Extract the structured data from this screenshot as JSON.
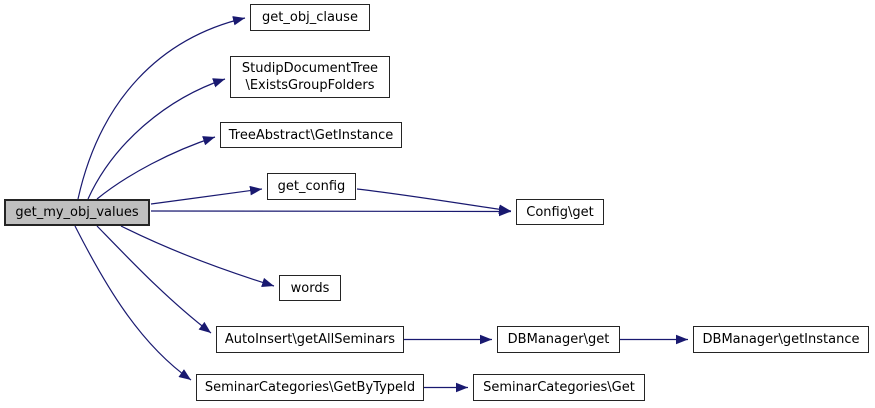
{
  "diagram": {
    "kind": "call-graph",
    "root_function": "get_my_obj_values"
  },
  "colors": {
    "edge": "#191970",
    "node_border": "#242424",
    "node_fill": "#ffffff",
    "main_node_fill": "#bfbfbf",
    "text": "#000000",
    "background": "#ffffff"
  },
  "graph": {
    "nodes": [
      {
        "id": "get_my_obj_values",
        "label": "get_my_obj_values",
        "main": true
      },
      {
        "id": "get_obj_clause",
        "label": "get_obj_clause"
      },
      {
        "id": "studip_document_tree_exists_group_folders",
        "label": "StudipDocumentTree\\ExistsGroupFolders",
        "line1": "StudipDocumentTree",
        "line2": "\\ExistsGroupFolders"
      },
      {
        "id": "tree_abstract_get_instance",
        "label": "TreeAbstract\\GetInstance"
      },
      {
        "id": "get_config",
        "label": "get_config"
      },
      {
        "id": "config_get",
        "label": "Config\\get"
      },
      {
        "id": "words",
        "label": "words"
      },
      {
        "id": "auto_insert_get_all_seminars",
        "label": "AutoInsert\\getAllSeminars"
      },
      {
        "id": "db_manager_get",
        "label": "DBManager\\get"
      },
      {
        "id": "db_manager_get_instance",
        "label": "DBManager\\getInstance"
      },
      {
        "id": "seminar_categories_get_by_type_id",
        "label": "SeminarCategories\\GetByTypeId"
      },
      {
        "id": "seminar_categories_get",
        "label": "SeminarCategories\\Get"
      }
    ],
    "edges": [
      {
        "from": "get_my_obj_values",
        "to": "get_obj_clause"
      },
      {
        "from": "get_my_obj_values",
        "to": "StudipDocumentTree\\ExistsGroupFolders"
      },
      {
        "from": "get_my_obj_values",
        "to": "TreeAbstract\\GetInstance"
      },
      {
        "from": "get_my_obj_values",
        "to": "get_config"
      },
      {
        "from": "get_config",
        "to": "Config\\get"
      },
      {
        "from": "get_my_obj_values",
        "to": "Config\\get"
      },
      {
        "from": "get_my_obj_values",
        "to": "words"
      },
      {
        "from": "get_my_obj_values",
        "to": "AutoInsert\\getAllSeminars"
      },
      {
        "from": "AutoInsert\\getAllSeminars",
        "to": "DBManager\\get"
      },
      {
        "from": "DBManager\\get",
        "to": "DBManager\\getInstance"
      },
      {
        "from": "get_my_obj_values",
        "to": "SeminarCategories\\GetByTypeId"
      },
      {
        "from": "SeminarCategories\\GetByTypeId",
        "to": "SeminarCategories\\Get"
      }
    ]
  }
}
